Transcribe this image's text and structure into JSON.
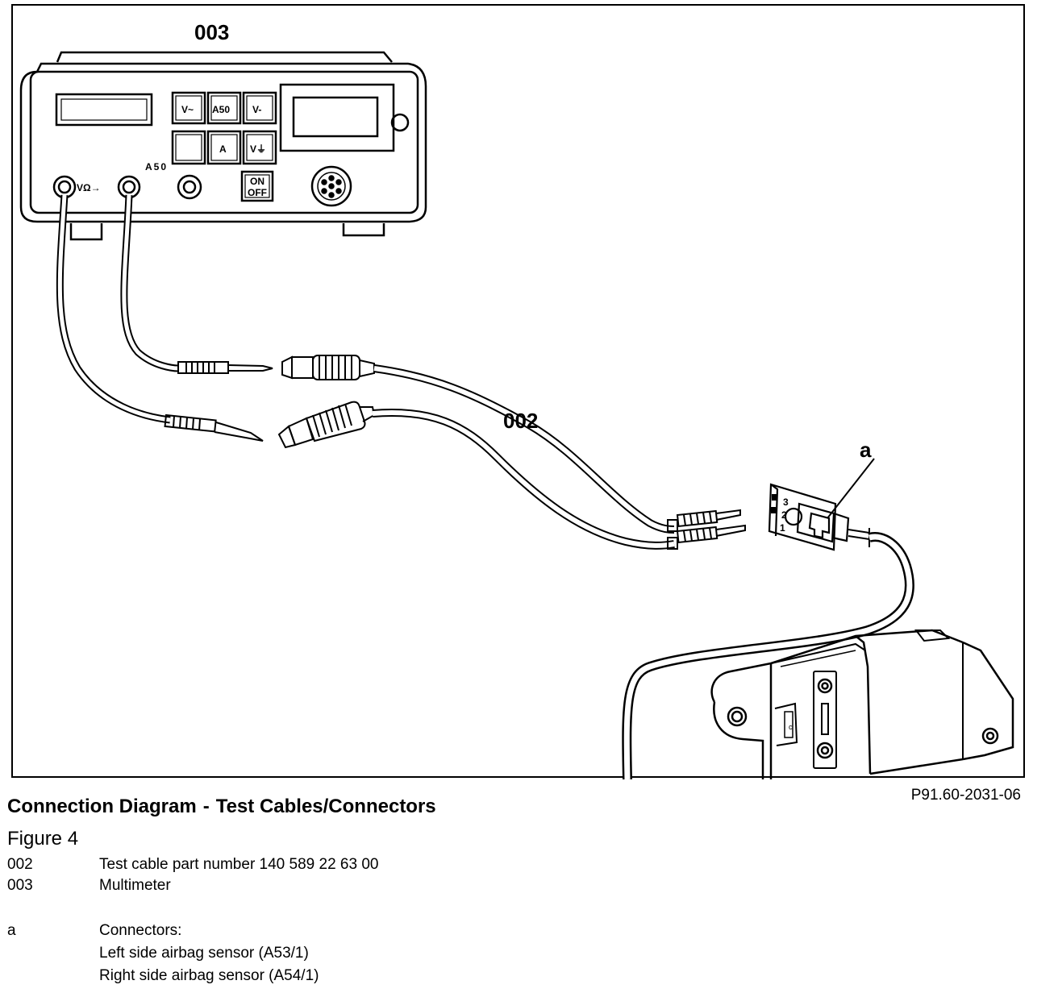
{
  "figure": {
    "labels": {
      "multimeter": "003",
      "cable": "002",
      "connector": "a"
    },
    "device": {
      "buttons": [
        "V~",
        "A50",
        "V-",
        "",
        "A",
        "V⏚"
      ],
      "socket_label": "A50",
      "jack_label": "VΩ→",
      "power_switch": [
        "ON",
        "OFF"
      ]
    },
    "connector_pins": [
      "3",
      "2",
      "1"
    ],
    "icons": [
      "multimeter",
      "test-cable",
      "connector",
      "airbag-sensor"
    ]
  },
  "ref_code": "P91.60-2031-06",
  "caption": {
    "title_left": "Connection Diagram",
    "separator": "-",
    "title_right": "Test Cables/Connectors",
    "figure_no": "Figure 4"
  },
  "legend": [
    {
      "code": "002",
      "text": "Test cable part number 140 589 22 63 00"
    },
    {
      "code": "003",
      "text": "Multimeter"
    },
    {
      "code": "a",
      "text": "Connectors:"
    }
  ],
  "legend_sub": [
    "Left side airbag sensor (A53/1)",
    "Right side airbag sensor (A54/1)"
  ]
}
